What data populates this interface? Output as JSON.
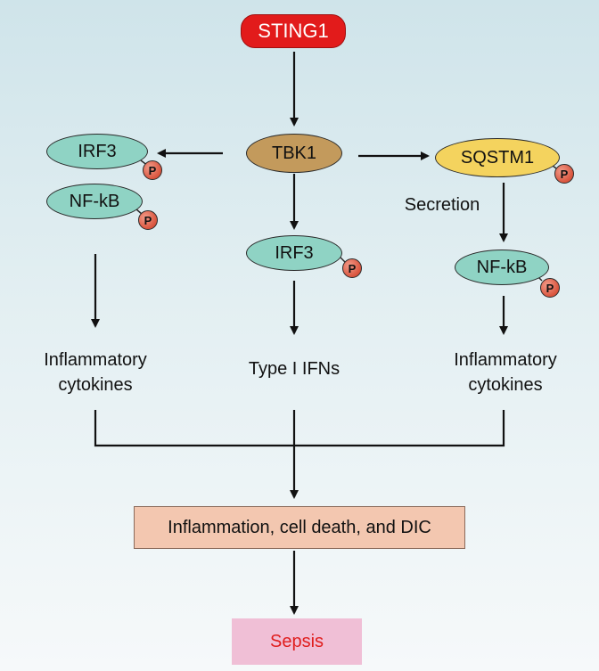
{
  "nodes": {
    "sting1": "STING1",
    "tbk1": "TBK1",
    "irf3_left": "IRF3",
    "nfkb_left": "NF-kB",
    "sqstm1": "SQSTM1",
    "irf3_center": "IRF3",
    "nfkb_right": "NF-kB",
    "phospho": "P"
  },
  "labels": {
    "secretion": "Secretion",
    "inflammatory_left_1": "Inflammatory",
    "inflammatory_left_2": "cytokines",
    "type_i_ifns": "Type I IFNs",
    "inflammatory_right_1": "Inflammatory",
    "inflammatory_right_2": "cytokines"
  },
  "outcomes": {
    "dic": "Inflammation, cell death, and DIC",
    "sepsis": "Sepsis"
  },
  "colors": {
    "sting1": "#e21b1b",
    "tbk1": "#c39a5c",
    "sqstm1": "#f4d35e",
    "transcription_factor": "#8fd3c4",
    "phospho": "#d9543d",
    "dic_box": "#f3c7b0",
    "sepsis_box": "#f0bfd6",
    "sepsis_text": "#e01e1e"
  }
}
